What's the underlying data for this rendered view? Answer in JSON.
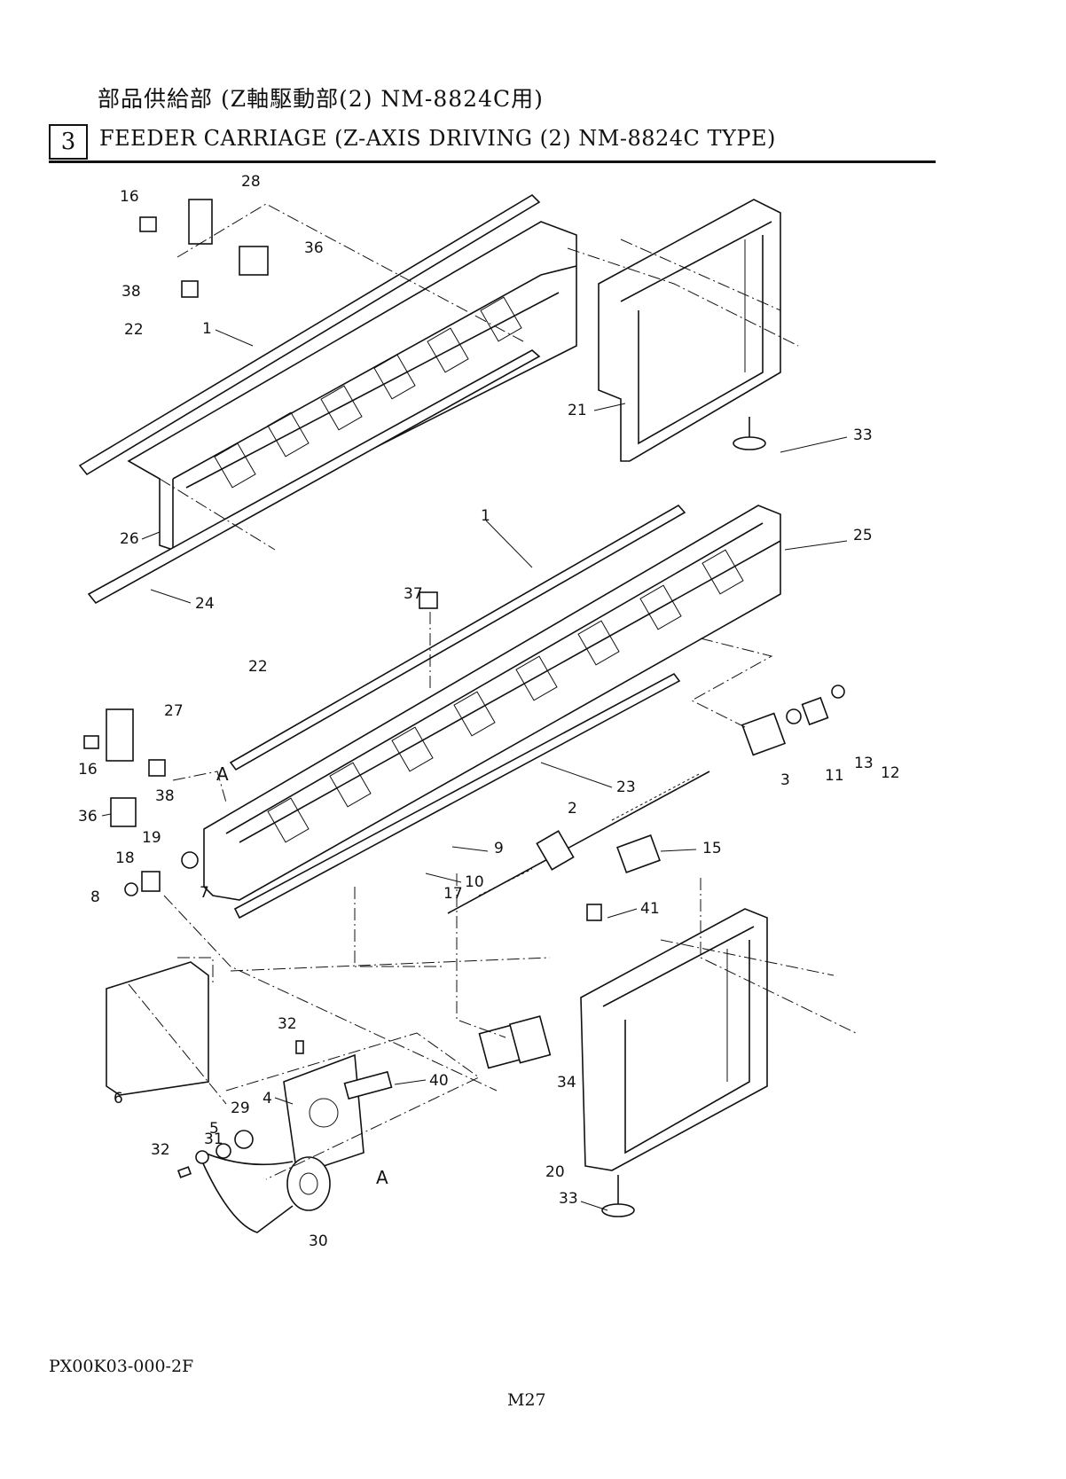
{
  "header": {
    "title_jp": "部品供給部 (Z軸駆動部(2) NM-8824C用)",
    "section_number": "3",
    "title_en": "FEEDER CARRIAGE (Z-AXIS DRIVING (2) NM-8824C TYPE)"
  },
  "diagram": {
    "callouts": [
      "1",
      "1",
      "2",
      "3",
      "4",
      "5",
      "6",
      "7",
      "8",
      "9",
      "10",
      "11",
      "12",
      "13",
      "15",
      "16",
      "16",
      "17",
      "18",
      "19",
      "20",
      "21",
      "22",
      "22",
      "23",
      "24",
      "25",
      "26",
      "27",
      "28",
      "29",
      "30",
      "31",
      "32",
      "32",
      "33",
      "33",
      "34",
      "36",
      "36",
      "37",
      "38",
      "38",
      "40",
      "41"
    ],
    "section_markers": [
      "A",
      "A"
    ]
  },
  "footer": {
    "doc_code": "PX00K03-000-2F",
    "page_number": "M27"
  }
}
